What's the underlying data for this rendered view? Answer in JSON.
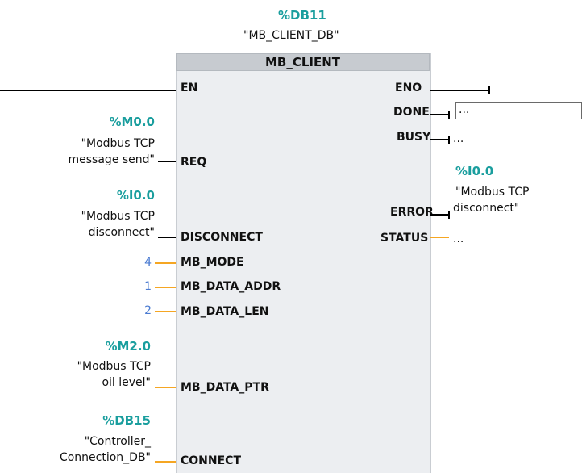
{
  "instance": {
    "db_address": "%DB11",
    "db_name": "\"MB_CLIENT_DB\""
  },
  "block": {
    "title": "MB_CLIENT",
    "inputs": {
      "en": "EN",
      "req": "REQ",
      "disconnect": "DISCONNECT",
      "mb_mode": "MB_MODE",
      "mb_data_addr": "MB_DATA_ADDR",
      "mb_data_len": "MB_DATA_LEN",
      "mb_data_ptr": "MB_DATA_PTR",
      "connect": "CONNECT"
    },
    "outputs": {
      "eno": "ENO",
      "done": "DONE",
      "busy": "BUSY",
      "error": "ERROR",
      "status": "STATUS"
    }
  },
  "params": {
    "req": {
      "address": "%M0.0",
      "tag_line1": "\"Modbus TCP",
      "tag_line2": "message send\""
    },
    "disconnect": {
      "address": "%I0.0",
      "tag_line1": "\"Modbus TCP",
      "tag_line2": "disconnect\""
    },
    "mb_mode": {
      "value": "4"
    },
    "mb_data_addr": {
      "value": "1"
    },
    "mb_data_len": {
      "value": "2"
    },
    "mb_data_ptr": {
      "address": "%M2.0",
      "tag_line1": "\"Modbus TCP",
      "tag_line2": "oil level\""
    },
    "connect": {
      "address": "%DB15",
      "tag_line1": "\"Controller_",
      "tag_line2": "Connection_DB\""
    },
    "done": {
      "value": "..."
    },
    "busy": {
      "value": "..."
    },
    "error": {
      "address": "%I0.0",
      "tag_line1": "\"Modbus TCP",
      "tag_line2": "disconnect\""
    },
    "status": {
      "value": "..."
    }
  },
  "colors": {
    "address": "#1a9e9e",
    "constant": "#4b7bd1",
    "wire_bool": "#000000",
    "wire_data": "#f5a623",
    "block_body": "#eceef1",
    "block_header": "#c7cbd0"
  }
}
